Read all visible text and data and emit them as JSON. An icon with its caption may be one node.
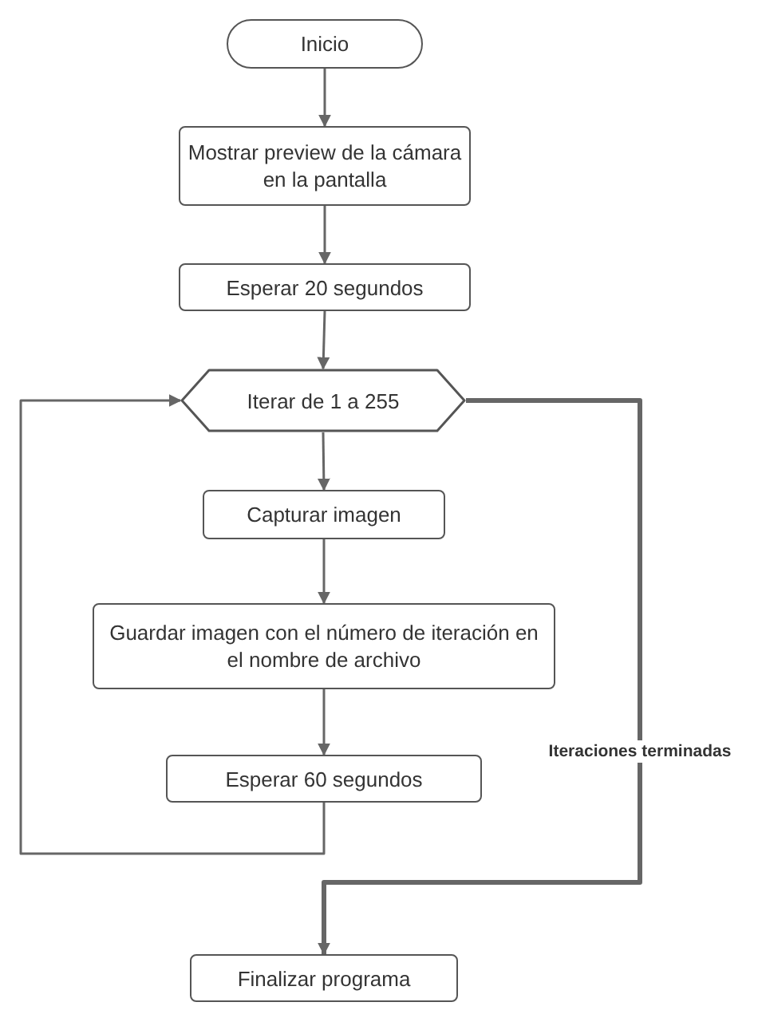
{
  "diagram": {
    "nodes": [
      {
        "text": [
          "Inicio"
        ]
      },
      {
        "text": [
          "Mostrar preview de la cámara en la pantalla"
        ]
      },
      {
        "text": [
          "Esperar 20 segundos"
        ]
      },
      {
        "text": [
          "Iterar de 1 a 255"
        ]
      },
      {
        "text": [
          "Capturar imagen"
        ]
      },
      {
        "text": [
          "Guardar imagen con el número de iteración en el nombre de archivo"
        ]
      },
      {
        "text": [
          "Esperar 60 segundos"
        ]
      },
      {
        "text": [
          "Finalizar programa"
        ]
      }
    ],
    "edges": [
      {
        "from": 0,
        "to": 1,
        "arrow": "to"
      },
      {
        "from": 1,
        "to": 2,
        "arrow": "to"
      },
      {
        "from": 2,
        "to": 3,
        "arrow": "to"
      },
      {
        "from": 3,
        "to": 4,
        "arrow": "to"
      },
      {
        "from": 4,
        "to": 5,
        "arrow": "to"
      },
      {
        "from": 5,
        "to": 6,
        "arrow": "to"
      },
      {
        "from": 6,
        "to": 3,
        "arrow": "to"
      },
      {
        "from": 3,
        "to": 7,
        "arrow": "to",
        "label": "Iteraciones terminadas",
        "style": "thick"
      }
    ]
  }
}
